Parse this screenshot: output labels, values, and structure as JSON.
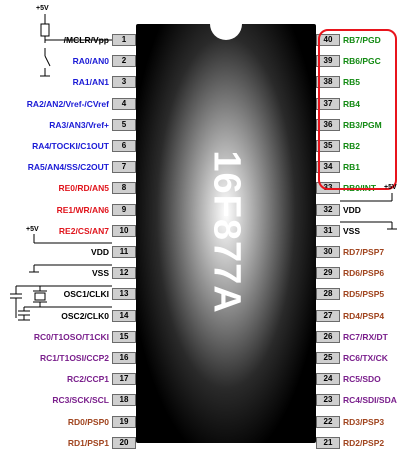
{
  "chip_name": "16F877A",
  "colors": {
    "blue": "#1a1ad6",
    "red": "#e0141c",
    "purple": "#7a1f8c",
    "brown": "#a0441e",
    "green": "#128a12",
    "black": "#000000",
    "highlight": "#e8141c"
  },
  "power_labels": {
    "vcc_top": "+5V",
    "vcc_left": "+5V",
    "vcc_right": "+5V"
  },
  "pins_left": [
    {
      "num": "1",
      "label": "/MCLR/Vpp",
      "color": "black"
    },
    {
      "num": "2",
      "label": "RA0/AN0",
      "color": "blue"
    },
    {
      "num": "3",
      "label": "RA1/AN1",
      "color": "blue"
    },
    {
      "num": "4",
      "label": "RA2/AN2/Vref-/CVref",
      "color": "blue"
    },
    {
      "num": "5",
      "label": "RA3/AN3/Vref+",
      "color": "blue"
    },
    {
      "num": "6",
      "label": "RA4/TOCKI/C1OUT",
      "color": "blue"
    },
    {
      "num": "7",
      "label": "RA5/AN4/SS/C2OUT",
      "color": "blue"
    },
    {
      "num": "8",
      "label": "RE0/RD/AN5",
      "color": "red"
    },
    {
      "num": "9",
      "label": "RE1/WR/AN6",
      "color": "red"
    },
    {
      "num": "10",
      "label": "RE2/CS/AN7",
      "color": "red"
    },
    {
      "num": "11",
      "label": "VDD",
      "color": "black"
    },
    {
      "num": "12",
      "label": "VSS",
      "color": "black"
    },
    {
      "num": "13",
      "label": "OSC1/CLKI",
      "color": "black"
    },
    {
      "num": "14",
      "label": "OSC2/CLK0",
      "color": "black"
    },
    {
      "num": "15",
      "label": "RC0/T1OSO/T1CKI",
      "color": "purple"
    },
    {
      "num": "16",
      "label": "RC1/T1OSI/CCP2",
      "color": "purple"
    },
    {
      "num": "17",
      "label": "RC2/CCP1",
      "color": "purple"
    },
    {
      "num": "18",
      "label": "RC3/SCK/SCL",
      "color": "purple"
    },
    {
      "num": "19",
      "label": "RD0/PSP0",
      "color": "brown"
    },
    {
      "num": "20",
      "label": "RD1/PSP1",
      "color": "brown"
    }
  ],
  "pins_right": [
    {
      "num": "40",
      "label": "RB7/PGD",
      "color": "green"
    },
    {
      "num": "39",
      "label": "RB6/PGC",
      "color": "green"
    },
    {
      "num": "38",
      "label": "RB5",
      "color": "green"
    },
    {
      "num": "37",
      "label": "RB4",
      "color": "green"
    },
    {
      "num": "36",
      "label": "RB3/PGM",
      "color": "green"
    },
    {
      "num": "35",
      "label": "RB2",
      "color": "green"
    },
    {
      "num": "34",
      "label": "RB1",
      "color": "green"
    },
    {
      "num": "33",
      "label": "RB0/INT",
      "color": "green"
    },
    {
      "num": "32",
      "label": "VDD",
      "color": "black"
    },
    {
      "num": "31",
      "label": "VSS",
      "color": "black"
    },
    {
      "num": "30",
      "label": "RD7/PSP7",
      "color": "brown"
    },
    {
      "num": "29",
      "label": "RD6/PSP6",
      "color": "brown"
    },
    {
      "num": "28",
      "label": "RD5/PSP5",
      "color": "brown"
    },
    {
      "num": "27",
      "label": "RD4/PSP4",
      "color": "brown"
    },
    {
      "num": "26",
      "label": "RC7/RX/DT",
      "color": "purple"
    },
    {
      "num": "25",
      "label": "RC6/TX/CK",
      "color": "purple"
    },
    {
      "num": "24",
      "label": "RC5/SDO",
      "color": "purple"
    },
    {
      "num": "23",
      "label": "RC4/SDI/SDA",
      "color": "purple"
    },
    {
      "num": "22",
      "label": "RD3/PSP3",
      "color": "brown"
    },
    {
      "num": "21",
      "label": "RD2/PSP2",
      "color": "brown"
    }
  ]
}
